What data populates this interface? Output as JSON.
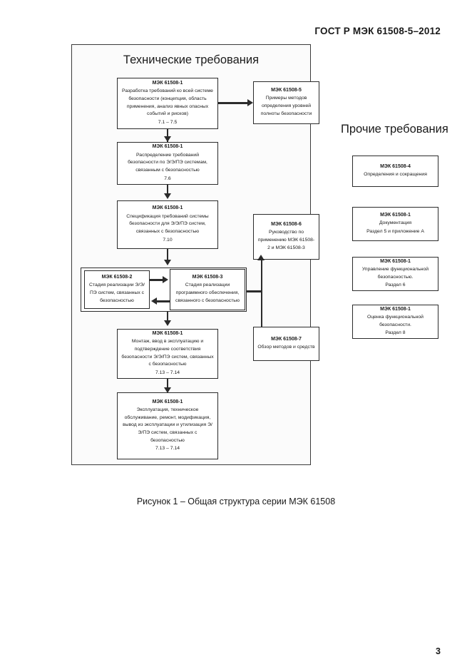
{
  "header": {
    "standard_title": "ГОСТ Р МЭК 61508-5–2012"
  },
  "tech_panel": {
    "title": "Технические требования",
    "boxes": [
      {
        "id": "box-61508-1-concept",
        "code": "МЭК 61508-1",
        "body": "Разработка требований ко всей системе безопасности (концепция, область применения, анализ явных опасных событий и рисков)",
        "clause": "7.1 – 7.5"
      },
      {
        "id": "box-61508-5-examples",
        "code": "МЭК 61508-5",
        "body": "Примеры методов определения уровней полноты безопасности",
        "clause": ""
      },
      {
        "id": "box-61508-1-allocation",
        "code": "МЭК 61508-1",
        "body": "Распределение требований безопасности по Э/Э/ПЭ системам, связанным с безопасностью",
        "clause": "7.6"
      },
      {
        "id": "box-61508-1-specification",
        "code": "МЭК 61508-1",
        "body": "Спецификация требований системы безопасности для Э/Э/ПЭ систем, связанных с безопасностью",
        "clause": "7.10"
      },
      {
        "id": "box-61508-6-guide",
        "code": "МЭК 61508-6",
        "body": "Руководство по применению МЭК 61508-2 и МЭК 61508-3",
        "clause": ""
      },
      {
        "id": "box-61508-2-realization",
        "code": "МЭК 61508-2",
        "body": "Стадия реализации Э/Э/ПЭ систем, связанных с безопасностью",
        "clause": ""
      },
      {
        "id": "box-61508-3-software",
        "code": "МЭК 61508-3",
        "body": "Стадия реализации программного обеспечения, связанного с безопасностью",
        "clause": ""
      },
      {
        "id": "box-61508-7-overview",
        "code": "МЭК 61508-7",
        "body": "Обзор методов и средств",
        "clause": ""
      },
      {
        "id": "box-61508-1-installation",
        "code": "МЭК 61508-1",
        "body": "Монтаж, ввод в эксплуатацию и подтверждение соответствия безопасности Э/Э/ПЭ систем, связанных с безопасностью",
        "clause": "7.13 – 7.14"
      },
      {
        "id": "box-61508-1-operation",
        "code": "МЭК 61508-1",
        "body": "Эксплуатация, техническое обслуживание, ремонт, модификация, вывод из эксплуатации и утилизация Э/Э/ПЭ систем, связанных с безопасностью",
        "clause": "7.13 – 7.14"
      }
    ]
  },
  "other_requirements": {
    "title": "Прочие требования",
    "boxes": [
      {
        "id": "box-61508-4-definitions",
        "code": "МЭК 61508-4",
        "body": "Определения и сокращения",
        "clause": ""
      },
      {
        "id": "box-61508-1-documentation",
        "code": "МЭК 61508-1",
        "body": "Документация",
        "clause": "Раздел 5 и приложение А"
      },
      {
        "id": "box-61508-1-management",
        "code": "МЭК 61508-1",
        "body": "Управление функциональной безопасностью.",
        "clause": "Раздел 6"
      },
      {
        "id": "box-61508-1-assessment",
        "code": "МЭК 61508-1",
        "body": "Оценка функциональной безопасности.",
        "clause": "Раздел 8"
      }
    ]
  },
  "figure": {
    "caption": "Рисунок 1 – Общая структура серии МЭК 61508"
  },
  "footer": {
    "page_number": "3"
  },
  "colors": {
    "line": "#2b2b2b",
    "panel_bg": "#fbfbfb",
    "text": "#1a1a1a"
  }
}
